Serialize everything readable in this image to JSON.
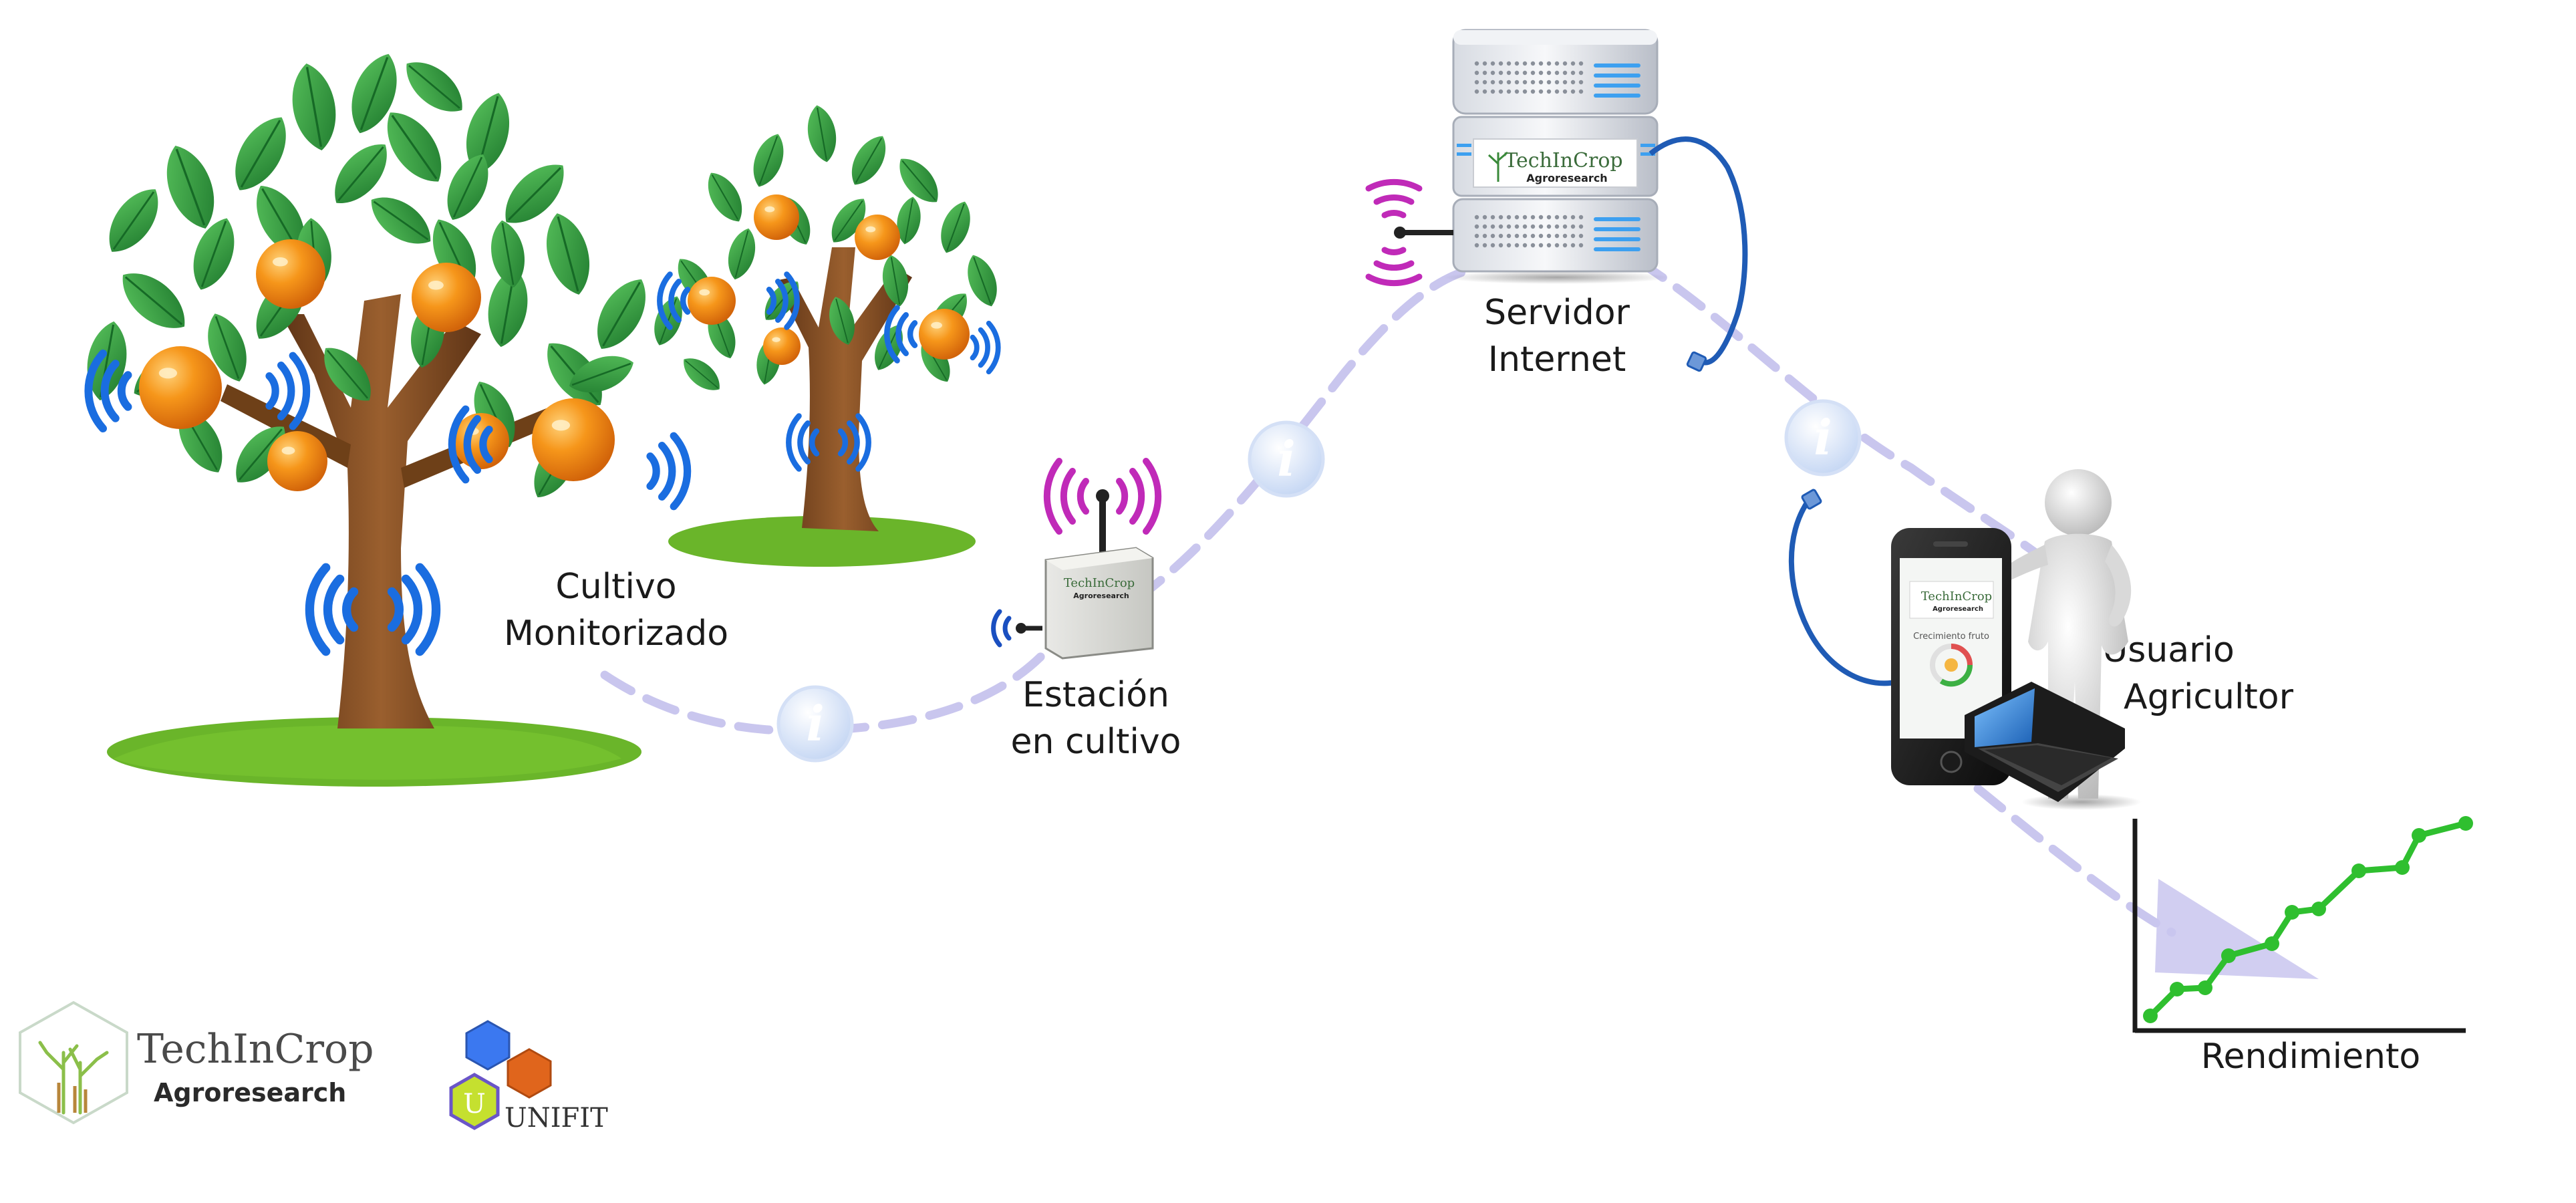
{
  "labels": {
    "crop_line1": "Cultivo",
    "crop_line2": "Monitorizado",
    "station_line1": "Estación",
    "station_line2": "en cultivo",
    "server_line1": "Servidor",
    "server_line2": "Internet",
    "user_line1": "Usuario",
    "user_line2": "Agricultor",
    "performance": "Rendimiento"
  },
  "info_marker_glyph": "i",
  "device_brand": {
    "name": "TechInCrop",
    "sub": "Agroresearch"
  },
  "phone_screen": {
    "caption": "Crecimiento fruto"
  },
  "logos": {
    "techincrop_name": "TechInCrop",
    "techincrop_sub": "Agroresearch",
    "unifit_letter": "U",
    "unifit_name": "UNIFIT"
  },
  "colors": {
    "leaf": "#2e9a3c",
    "orange": "#f08a10",
    "trunk": "#7a4a22",
    "grass": "#6ab52a",
    "wave_blue": "#1a6de0",
    "wave_magenta": "#c02ab8",
    "flow_dash": "#c9c6ee",
    "info_icon": "#c7d8f4",
    "cable": "#1f5bb5",
    "growth_line": "#2fbf2f"
  },
  "icons": [
    "tree-icon",
    "wifi-wave-icon",
    "weather-station-icon",
    "server-icon",
    "info-icon",
    "smartphone-icon",
    "laptop-icon",
    "person-icon",
    "growth-chart-icon",
    "techincrop-logo",
    "unifit-logo"
  ]
}
